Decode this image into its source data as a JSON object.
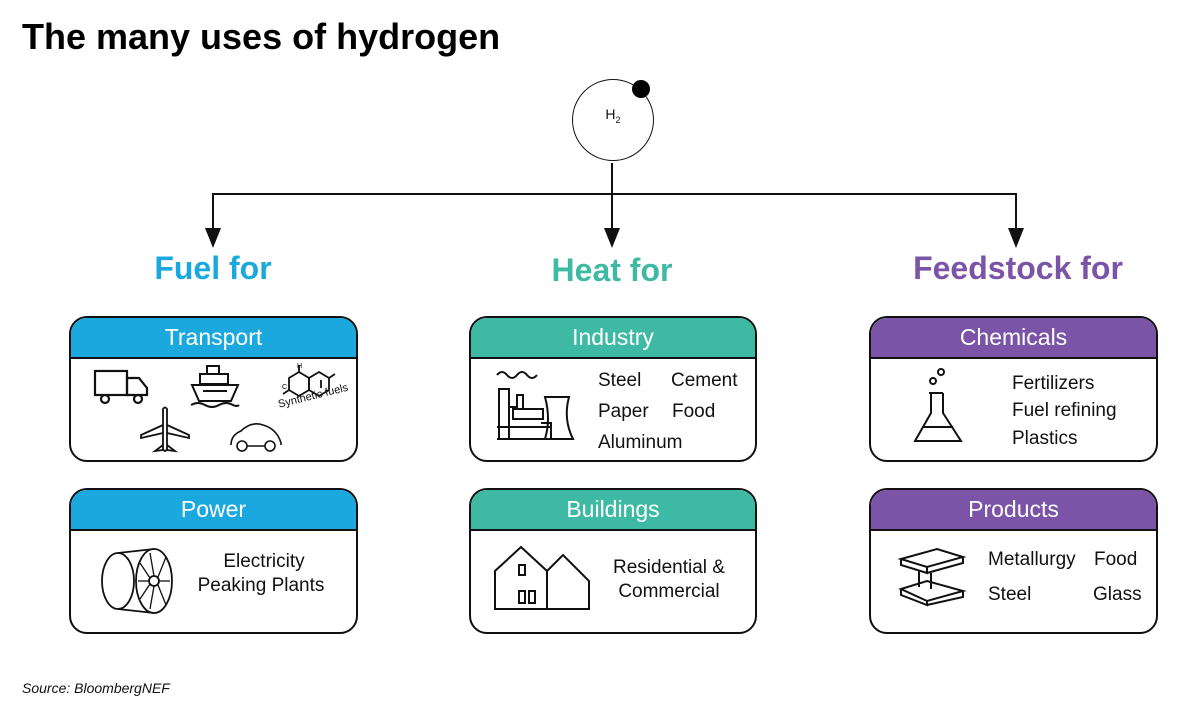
{
  "title": "The many uses of hydrogen",
  "hub": {
    "label": "H",
    "subscript": "2"
  },
  "colors": {
    "fuel": "#1ba8df",
    "heat": "#3eb9a4",
    "feedstock": "#7b54a7"
  },
  "columns": [
    {
      "heading": "Fuel for",
      "boxes": [
        {
          "header": "Transport",
          "icons": [
            "truck-icon",
            "ship-icon",
            "molecule-icon",
            "airplane-icon",
            "car-icon"
          ],
          "icon_caption": "Synthetic fuels"
        },
        {
          "header": "Power",
          "icons": [
            "turbine-icon"
          ],
          "lines": [
            "Electricity",
            "Peaking Plants"
          ]
        }
      ]
    },
    {
      "heading": "Heat for",
      "boxes": [
        {
          "header": "Industry",
          "icons": [
            "factory-icon"
          ],
          "items": [
            "Steel",
            "Cement",
            "Paper",
            "Food",
            "Aluminum"
          ]
        },
        {
          "header": "Buildings",
          "icons": [
            "houses-icon"
          ],
          "lines": [
            "Residential &",
            "Commercial"
          ]
        }
      ]
    },
    {
      "heading": "Feedstock for",
      "boxes": [
        {
          "header": "Chemicals",
          "icons": [
            "flask-icon"
          ],
          "lines": [
            "Fertilizers",
            "Fuel refining",
            "Plastics"
          ]
        },
        {
          "header": "Products",
          "icons": [
            "steel-beam-icon"
          ],
          "items": [
            "Metallurgy",
            "Food",
            "Steel",
            "Glass"
          ]
        }
      ]
    }
  ],
  "source": "Source: BloombergNEF"
}
